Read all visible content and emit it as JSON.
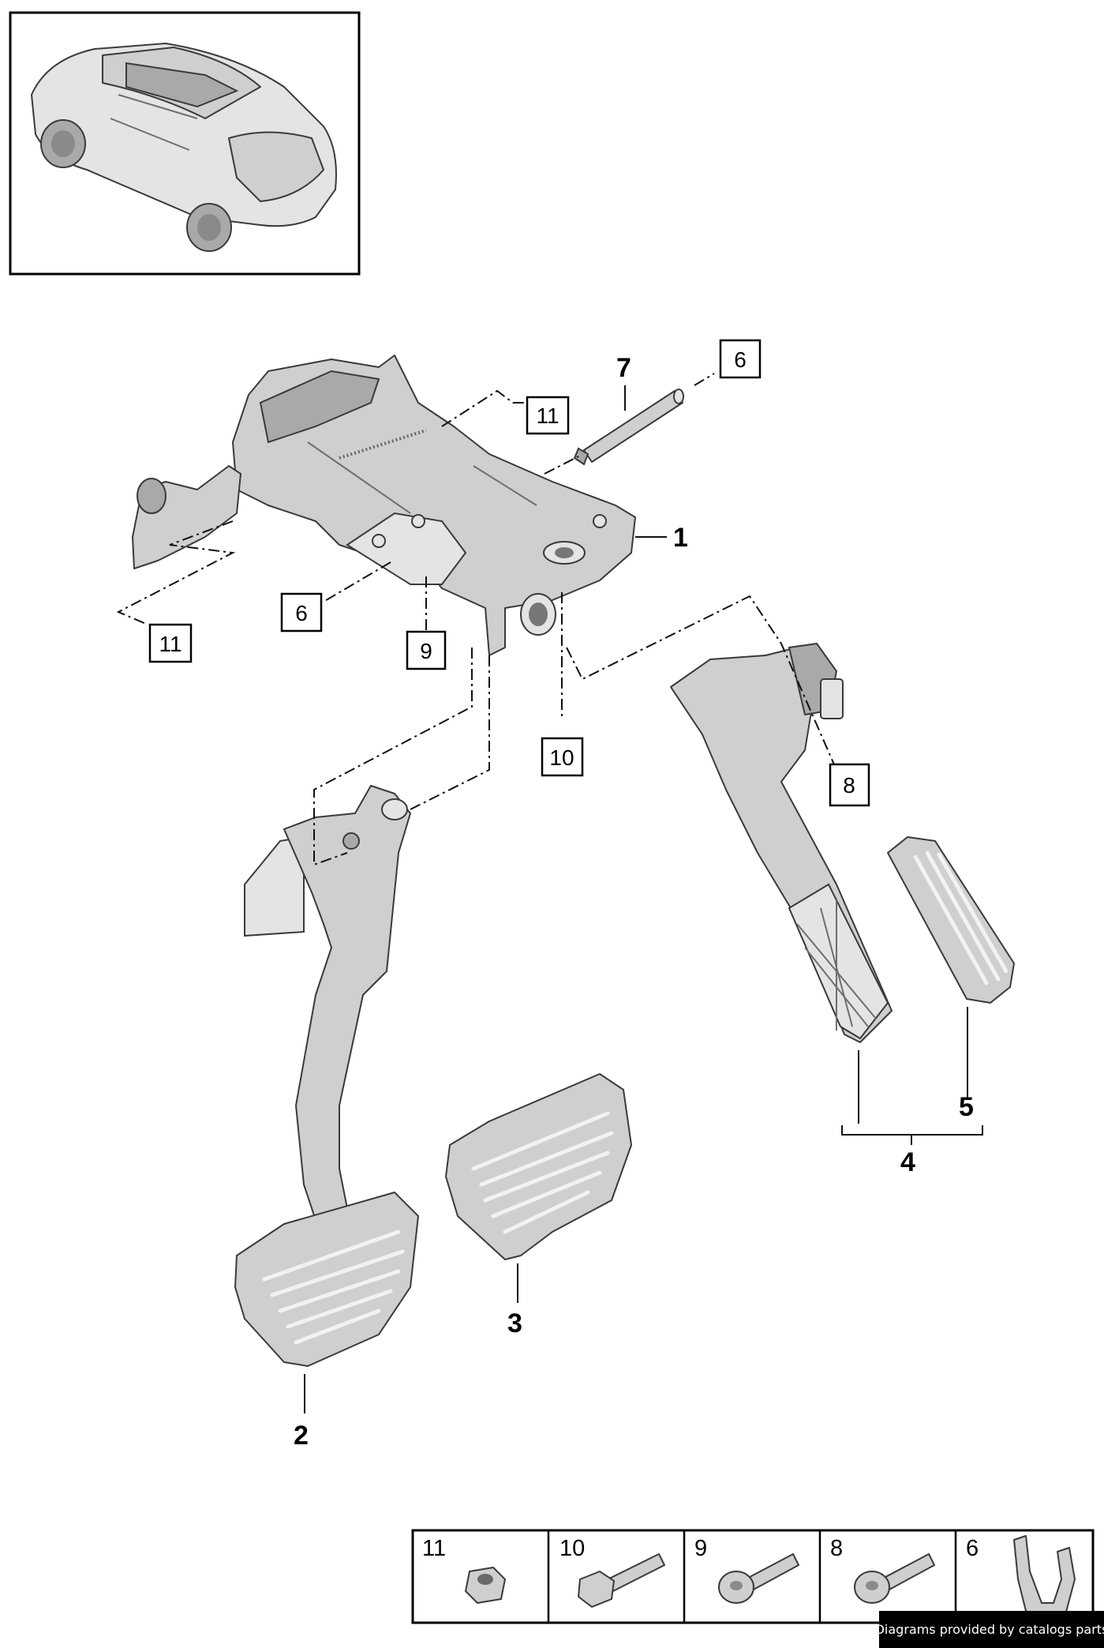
{
  "callouts": {
    "bold": [
      "1",
      "2",
      "3",
      "4",
      "5",
      "7"
    ],
    "boxed": {
      "top_right_6": "6",
      "top_11": "11",
      "left_6": "6",
      "left_11": "11",
      "box_9": "9",
      "box_10": "10",
      "box_8": "8"
    }
  },
  "legend": {
    "cells": [
      {
        "number": "11",
        "icon": "hex-nut-icon"
      },
      {
        "number": "10",
        "icon": "hex-bolt-icon"
      },
      {
        "number": "9",
        "icon": "flange-bolt-icon"
      },
      {
        "number": "8",
        "icon": "flange-bolt-icon"
      },
      {
        "number": "6",
        "icon": "spring-clip-icon"
      }
    ]
  },
  "credit": "Diagrams provided by catalogs parts",
  "colors": {
    "part_fill": "#cfcfcf",
    "outline": "#3a3a3a",
    "banner_bg": "#000000",
    "banner_text": "#ffffff"
  }
}
